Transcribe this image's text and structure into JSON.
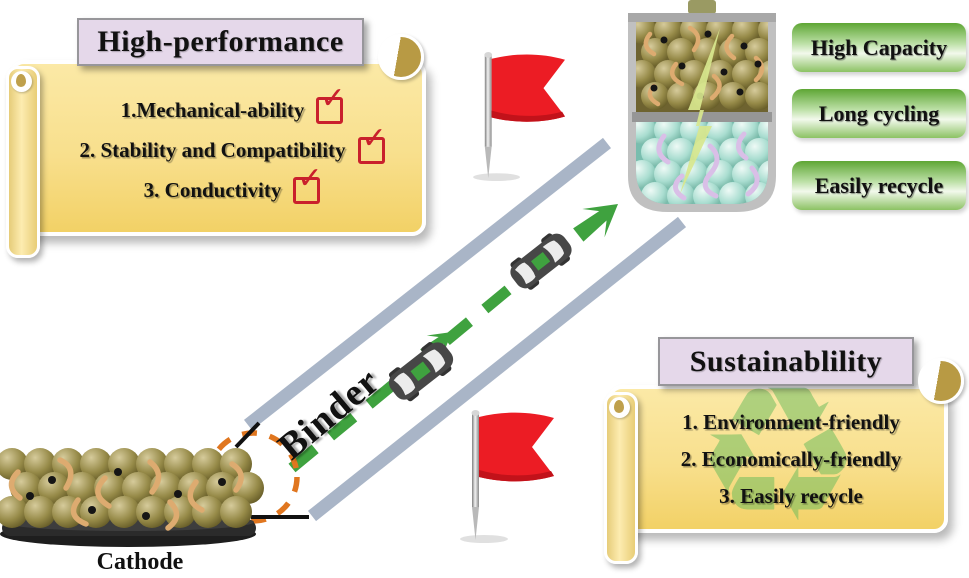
{
  "high_performance": {
    "title": "High-performance",
    "items": [
      {
        "label": "1.Mechanical-ability",
        "checked": true
      },
      {
        "label": "2. Stability and Compatibility",
        "checked": true
      },
      {
        "label": "3. Conductivity",
        "checked": true
      }
    ]
  },
  "sustainability": {
    "title": "Sustainablility",
    "items": [
      {
        "label": "1. Environment-friendly"
      },
      {
        "label": "2. Economically-friendly"
      },
      {
        "label": "3. Easily recycle"
      }
    ]
  },
  "battery_benefits": [
    {
      "label": "High Capacity"
    },
    {
      "label": "Long cycling"
    },
    {
      "label": "Easily recycle"
    }
  ],
  "road": {
    "label": "Binder"
  },
  "cathode": {
    "label": "Cathode"
  },
  "icons": {
    "check": "✓",
    "recycle": "♻"
  },
  "colors": {
    "scroll_yellow": "#f8df8c",
    "title_purple": "#e5d8ea",
    "pill_green": "#5ea634",
    "arrow_green": "#3fa23f",
    "flag_red": "#ec1c24",
    "road_gray": "#a9b5c7",
    "checkbox_red": "#c9202c",
    "copper": "#ddab70",
    "olive_sphere": "#8b7e3e",
    "teal_sphere": "#8fcdbd"
  }
}
